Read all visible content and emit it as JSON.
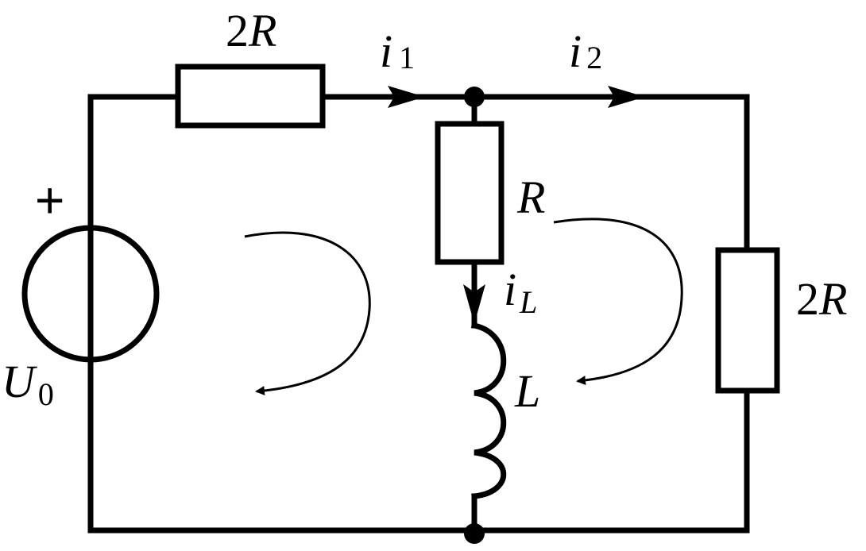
{
  "diagram": {
    "colors": {
      "line": "#000000",
      "background": "#ffffff"
    },
    "labels": {
      "top_resistor": {
        "number": "2",
        "symbol": "R"
      },
      "current_1": {
        "symbol": "i",
        "subscript": "1"
      },
      "current_2": {
        "symbol": "i",
        "subscript": "2"
      },
      "middle_resistor": {
        "symbol": "R"
      },
      "inductor_current": {
        "symbol": "i",
        "subscript": "L"
      },
      "inductor": {
        "symbol": "L"
      },
      "right_resistor": {
        "number": "2",
        "symbol": "R"
      },
      "source_polarity": "+",
      "source": {
        "symbol": "U",
        "subscript": "0"
      }
    }
  }
}
